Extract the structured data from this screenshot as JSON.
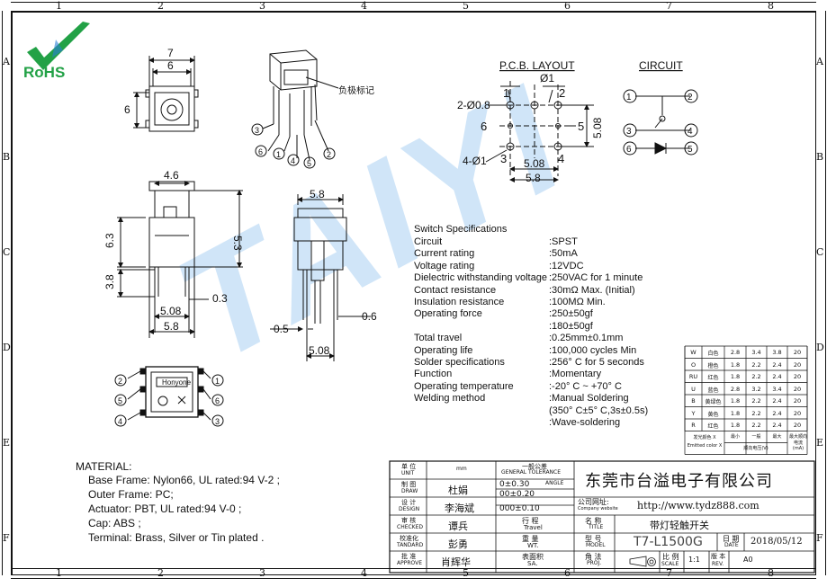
{
  "logo": {
    "text": "RoHS"
  },
  "watermark": {
    "text": "TAIYI"
  },
  "grid": {
    "cols": [
      "1",
      "2",
      "3",
      "4",
      "5",
      "6",
      "7",
      "8"
    ],
    "rows": [
      "A",
      "B",
      "C",
      "D",
      "E",
      "F"
    ]
  },
  "pcb": {
    "title": "P.C.B. LAYOUT",
    "d1": "Ø1",
    "d08": "2-Ø0.8",
    "d41": "4-Ø1",
    "w508": "5.08",
    "w58": "5.8",
    "h508": "5.08",
    "n1": "1",
    "n2": "2",
    "n3": "3",
    "n4": "4",
    "n5": "5",
    "n6": "6"
  },
  "circuit": {
    "title": "CIRCUIT",
    "n1": "1",
    "n2": "2",
    "n3": "3",
    "n4": "4",
    "n5": "5",
    "n6": "6"
  },
  "dims": {
    "top7": "7",
    "top6": "6",
    "left6": "6",
    "w46": "4.6",
    "h63": "6.3",
    "h53": "5.3",
    "h38": "3.8",
    "d03": "0.3",
    "b508": "5.08",
    "b58": "5.8",
    "s58": "5.8",
    "s05": "0.5",
    "s06": "0.6",
    "s508": "5.08"
  },
  "polarity_label": "负极标记",
  "iso": {
    "n1": "1",
    "n2": "2",
    "n3": "3",
    "n4": "4",
    "n5": "5",
    "n6": "6"
  },
  "bottom": {
    "brand": "Honyone",
    "n1": "1",
    "n2": "2",
    "n3": "3",
    "n4": "4",
    "n5": "5",
    "n6": "6"
  },
  "specs": {
    "title": "Switch Specifications",
    "rows": [
      {
        "label": "Circuit",
        "value": ":SPST"
      },
      {
        "label": "Current rating",
        "value": ":50mA"
      },
      {
        "label": "Voltage rating",
        "value": ":12VDC"
      },
      {
        "label": "Dielectric withstanding voltage",
        "value": ":250VAC for 1 minute"
      },
      {
        "label": "Contact resistance",
        "value": ":30mΩ   Max. (Initial)"
      },
      {
        "label": "Insulation resistance",
        "value": ":100MΩ   Min."
      },
      {
        "label": "Operating force",
        "value": ":250±50gf"
      },
      {
        "label": "",
        "value": ":180±50gf"
      },
      {
        "label": "Total travel",
        "value": ":0.25mm±0.1mm"
      },
      {
        "label": "Operating life",
        "value": ":100,000 cycles Min"
      },
      {
        "label": "Solder specifications",
        "value": ":256°  C for 5 seconds"
      },
      {
        "label": "Function",
        "value": ":Momentary"
      },
      {
        "label": "Operating temperature",
        "value": ":-20°  C ~ +70°  C"
      },
      {
        "label": "Welding method",
        "value": ":Manual Soldering"
      },
      {
        "label": "",
        "value": "(350°  C±5°  C,3s±0.5s)"
      },
      {
        "label": "",
        "value": ":Wave-soldering"
      }
    ]
  },
  "led_table": {
    "rows": [
      {
        "code": "W",
        "color": "白色",
        "v": [
          "2.8",
          "3.4",
          "3.8",
          "20"
        ]
      },
      {
        "code": "O",
        "color": "橙色",
        "v": [
          "1.8",
          "2.2",
          "2.4",
          "20"
        ]
      },
      {
        "code": "RU",
        "color": "红色",
        "v": [
          "1.8",
          "2.2",
          "2.4",
          "20"
        ]
      },
      {
        "code": "U",
        "color": "蓝色",
        "v": [
          "2.8",
          "3.2",
          "3.4",
          "20"
        ]
      },
      {
        "code": "B",
        "color": "黄绿色",
        "v": [
          "1.8",
          "2.2",
          "2.4",
          "20"
        ]
      },
      {
        "code": "Y",
        "color": "黄色",
        "v": [
          "1.8",
          "2.2",
          "2.4",
          "20"
        ]
      },
      {
        "code": "R",
        "color": "红色",
        "v": [
          "1.8",
          "2.2",
          "2.4",
          "20"
        ]
      }
    ],
    "side": "发光颜色",
    "foot1": "发光颜色 X",
    "foot2": "Emitted color X",
    "foot_min": "最小",
    "foot_typ": "一般",
    "foot_max": "最大",
    "foot_vf": "顺向电压(V)",
    "foot_if": "最大顺向电流(mA)"
  },
  "material": {
    "title": "MATERIAL:",
    "lines": [
      "Base Frame: Nylon66, UL rated:94 V-2 ;",
      "Outer Frame: PC;",
      "Actuator: PBT, UL rated:94 V-0 ;",
      "Cap:  ABS ;",
      "Terminal: Brass, Silver or Tin plated ."
    ]
  },
  "titleblock": {
    "unit_l": "单  位",
    "unit_e": "UNIT",
    "unit_v": "mm",
    "draw_l": "制  图",
    "draw_e": "DRAW",
    "draw_v": "杜娟",
    "design_l": "设  计",
    "design_e": "DESIGN",
    "design_v": "李海斌",
    "check_l": "审  核",
    "check_e": "CHECKED",
    "check_v": "谭兵",
    "std_l": "校准化",
    "std_e": "TANDARD",
    "std_v": "彭勇",
    "appr_l": "批  准",
    "appr_e": "APPROVE",
    "appr_v": "肖辉华",
    "tol_l": "一般公差",
    "tol_e": "GENERAL TOLERANCE",
    "tol1": "0±0.30",
    "tol_ang": "ANGLE",
    "tol2": "00±0.20",
    "tol3": "000±0.10",
    "travel_l": "行  程",
    "travel_e": "Travel",
    "wt_l": "重  量",
    "wt_e": "WT.",
    "sa_l": "表面积",
    "sa_e": "SA.",
    "company": "东莞市台溢电子有限公司",
    "site_l": "公司网址:",
    "site_e": "Company website",
    "site_v": "http://www.tydz888.com",
    "title_l": "名  称",
    "title_e": "TITLE",
    "title_v": "带灯轻触开关",
    "model_l": "型  号",
    "model_e": "MODEL",
    "model_v": "T7-L1500G",
    "date_l": "日  期",
    "date_e": "DATE",
    "date_v": "2018/05/12",
    "proj_l": "角  法",
    "proj_e": "PROJ.",
    "scale_l": "比  例",
    "scale_e": "SCALE",
    "scale_v": "1:1",
    "rev_l": "版  本",
    "rev_e": "REV.",
    "rev_v": "A0"
  }
}
